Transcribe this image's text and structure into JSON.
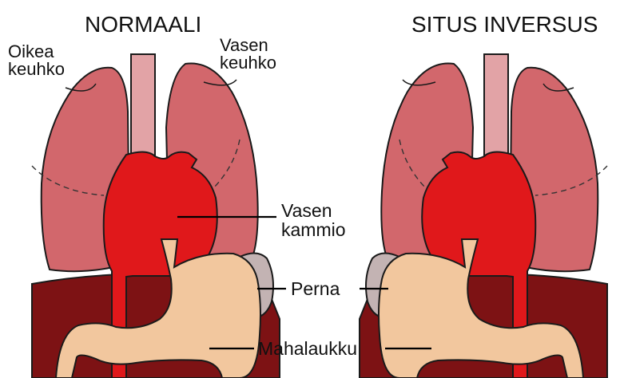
{
  "titles": {
    "left": "NORMAALI",
    "right": "SITUS INVERSUS"
  },
  "labels": {
    "right_lung_line1": "Oikea",
    "right_lung_line2": "keuhko",
    "left_lung_line1": "Vasen",
    "left_lung_line2": "keuhko",
    "ventricle_line1": "Vasen",
    "ventricle_line2": "kammio",
    "spleen": "Perna",
    "stomach": "Mahalaukku"
  },
  "colors": {
    "lung": "#d2676c",
    "lung_inner": "#c9585e",
    "trachea": "#e2a3a6",
    "heart": "#e0181b",
    "liver": "#7d1214",
    "stomach": "#f2c79e",
    "spleen": "#c3b3b3",
    "outline": "#1a1a1a"
  }
}
